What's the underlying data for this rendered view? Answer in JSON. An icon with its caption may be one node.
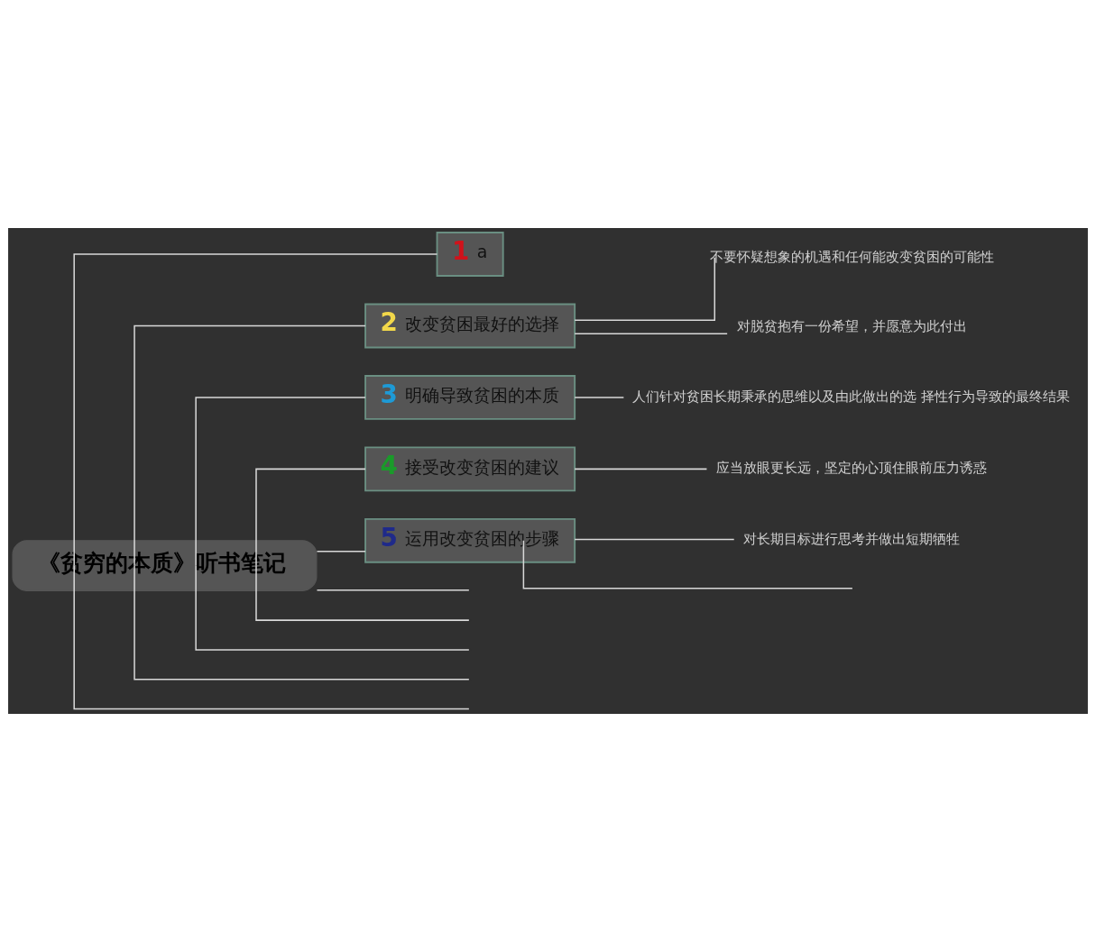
{
  "diagram": {
    "nodes": [
      {
        "text": [
          "《贫穷的本质》听书笔记"
        ]
      },
      {
        "text": [
          "1",
          "a"
        ]
      },
      {
        "text": [
          "2",
          "改变贫困最好的选择"
        ]
      },
      {
        "text": [
          "不要怀疑想象的机遇和任何能改变贫困的可能性"
        ]
      },
      {
        "text": [
          "对脱贫抱有一份希望，并愿意为此付出"
        ]
      },
      {
        "text": [
          "3",
          "明确导致贫困的本质"
        ]
      },
      {
        "text": [
          "人们针对贫困长期秉承的思维以及由此做出的选 择性行为导致的最终结果"
        ]
      },
      {
        "text": [
          "4",
          "接受改变贫困的建议"
        ]
      },
      {
        "text": [
          "应当放眼更长远，坚定的心顶住眼前压力诱惑"
        ]
      },
      {
        "text": [
          "5",
          "运用改变贫困的步骤"
        ]
      },
      {
        "text": [
          "对长期目标进行思考并做出短期牺牲"
        ]
      }
    ],
    "edges": [
      {
        "from": 0,
        "to": 1,
        "arrow": "none"
      },
      {
        "from": 0,
        "to": 2,
        "arrow": "none"
      },
      {
        "from": 2,
        "to": 3,
        "arrow": "none"
      },
      {
        "from": 2,
        "to": 4,
        "arrow": "none"
      },
      {
        "from": 0,
        "to": 5,
        "arrow": "none"
      },
      {
        "from": 5,
        "to": 6,
        "arrow": "none"
      },
      {
        "from": 0,
        "to": 7,
        "arrow": "none"
      },
      {
        "from": 7,
        "to": 8,
        "arrow": "none"
      },
      {
        "from": 0,
        "to": 9,
        "arrow": "none"
      },
      {
        "from": 9,
        "to": 10,
        "arrow": "none"
      },
      {
        "from": 9,
        "to": null,
        "arrow": "none"
      },
      {
        "from": 0,
        "to": null,
        "arrow": "none"
      },
      {
        "from": 0,
        "to": null,
        "arrow": "none"
      },
      {
        "from": 0,
        "to": null,
        "arrow": "none"
      },
      {
        "from": 0,
        "to": null,
        "arrow": "none"
      },
      {
        "from": 0,
        "to": null,
        "arrow": "none"
      }
    ]
  }
}
